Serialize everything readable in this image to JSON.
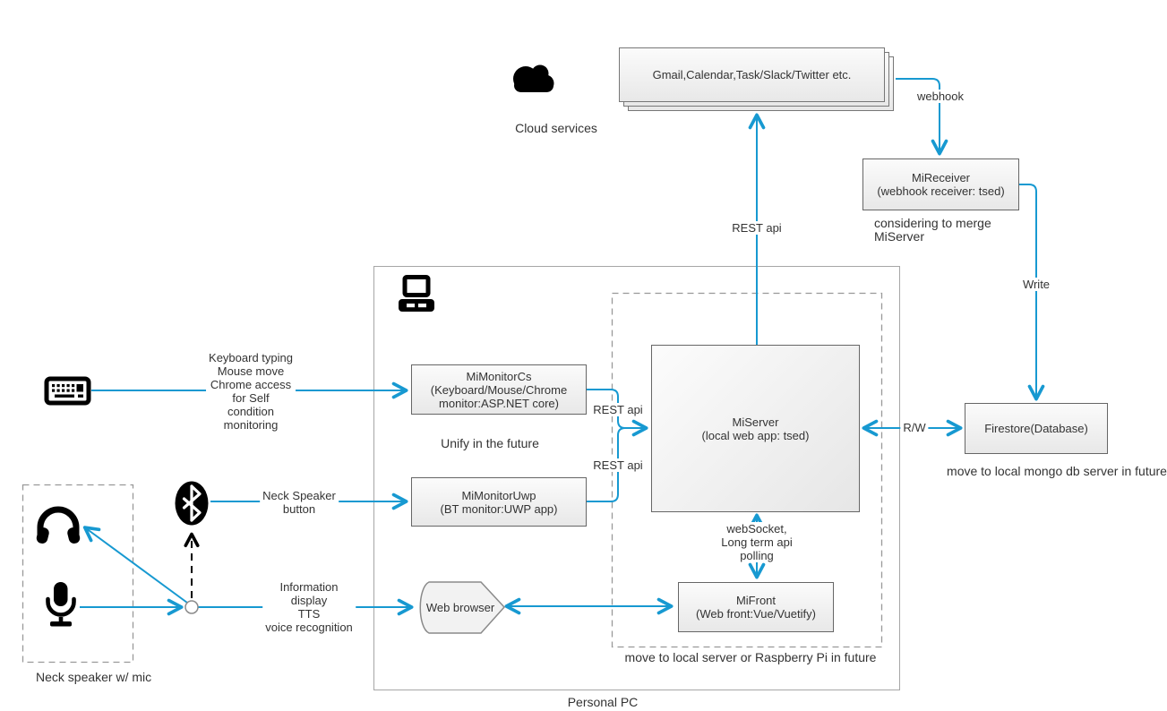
{
  "colors": {
    "accent": "#1799d1",
    "node_border": "#666666",
    "container_border": "#a6a6a6",
    "text": "#333333"
  },
  "cloud_services": {
    "caption": "Cloud services",
    "box_lines": [
      "Gmail,Calendar,Task/Slack/Twitter etc."
    ]
  },
  "nodes": {
    "mireceiver": {
      "lines": [
        "MiReceiver",
        "(webhook receiver: tsed)"
      ]
    },
    "firestore": {
      "lines": [
        "Firestore(Database)"
      ]
    },
    "miserver": {
      "lines": [
        "MiServer",
        "(local web app: tsed)"
      ]
    },
    "mimonitorcs": {
      "lines": [
        "MiMonitorCs",
        "(Keyboard/Mouse/Chrome",
        "monitor:ASP.NET core)"
      ]
    },
    "mimonitoruwp": {
      "lines": [
        "MiMonitorUwp",
        "(BT monitor:UWP app)"
      ]
    },
    "mifront": {
      "lines": [
        "MiFront",
        "(Web front:Vue/Vuetify)"
      ]
    },
    "web_browser": {
      "lines": [
        "Web browser"
      ]
    }
  },
  "edge_labels": {
    "webhook": "webhook",
    "rest_api_cloud": "REST api",
    "rest_api_cs": "REST api",
    "rest_api_uwp": "REST api",
    "write": "Write",
    "rw": "R/W",
    "websocket": [
      "webSocket,",
      "Long term api",
      "polling"
    ]
  },
  "input_labels": {
    "keyboard": [
      "Keyboard typing",
      "Mouse move",
      "Chrome access",
      "for Self",
      "condition",
      "monitoring"
    ],
    "neck_speaker_button": [
      "Neck Speaker",
      "button"
    ],
    "information": [
      "Information",
      "display",
      "TTS",
      "voice recognition"
    ]
  },
  "notes": {
    "merge": [
      "considering to merge",
      "MiServer"
    ],
    "unify": "Unify in the future",
    "mongo": "move to local mongo db server in future",
    "raspberry": "move to local server or Raspberry Pi in future",
    "personal_pc": "Personal PC",
    "neck_speaker": "Neck speaker w/ mic"
  }
}
